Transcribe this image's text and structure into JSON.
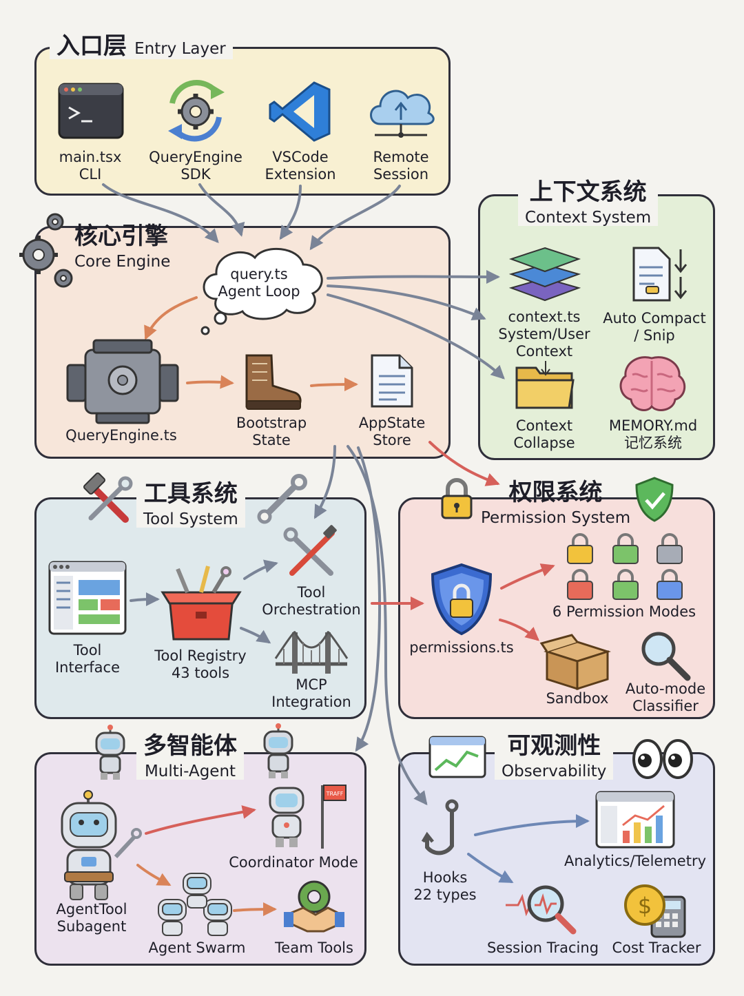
{
  "entry": {
    "title_zh": "入口层",
    "title_en": "Entry Layer",
    "items": [
      {
        "l1": "main.tsx",
        "l2": "CLI"
      },
      {
        "l1": "QueryEngine",
        "l2": "SDK"
      },
      {
        "l1": "VSCode",
        "l2": "Extension"
      },
      {
        "l1": "Remote",
        "l2": "Session"
      }
    ]
  },
  "core": {
    "title_zh": "核心引擎",
    "title_en": "Core Engine",
    "loop": {
      "l1": "query.ts",
      "l2": "Agent Loop"
    },
    "engine": "QueryEngine.ts",
    "bootstrap": {
      "l1": "Bootstrap",
      "l2": "State"
    },
    "appstate": {
      "l1": "AppState",
      "l2": "Store"
    }
  },
  "context": {
    "title_zh": "上下文系统",
    "title_en": "Context System",
    "ctx": {
      "l1": "context.ts",
      "l2": "System/User",
      "l3": "Context"
    },
    "compact": {
      "l1": "Auto Compact",
      "l2": "/ Snip"
    },
    "collapse": {
      "l1": "Context",
      "l2": "Collapse"
    },
    "memory": {
      "l1": "MEMORY.md",
      "l2": "记忆系统"
    }
  },
  "tools": {
    "title_zh": "工具系统",
    "title_en": "Tool System",
    "iface": {
      "l1": "Tool",
      "l2": "Interface"
    },
    "registry": {
      "l1": "Tool Registry",
      "l2": "43 tools"
    },
    "orch": {
      "l1": "Tool",
      "l2": "Orchestration"
    },
    "mcp": {
      "l1": "MCP",
      "l2": "Integration"
    }
  },
  "perm": {
    "title_zh": "权限系统",
    "title_en": "Permission System",
    "file": "permissions.ts",
    "modes": "6 Permission Modes",
    "sandbox": "Sandbox",
    "classifier": {
      "l1": "Auto-mode",
      "l2": "Classifier"
    }
  },
  "multi": {
    "title_zh": "多智能体",
    "title_en": "Multi-Agent",
    "coord": "Coordinator Mode",
    "flag": "TRAFF",
    "subagent": {
      "l1": "AgentTool",
      "l2": "Subagent"
    },
    "swarm": "Agent Swarm",
    "team": "Team Tools"
  },
  "obs": {
    "title_zh": "可观测性",
    "title_en": "Observability",
    "analytics": "Analytics/Telemetry",
    "hooks": {
      "l1": "Hooks",
      "l2": "22 types"
    },
    "tracing": "Session Tracing",
    "cost": "Cost Tracker"
  },
  "colors": {
    "entry": "#f8f0d2",
    "core": "#f7e6da",
    "context": "#e4efd8",
    "tools": "#dfe9ec",
    "perm": "#f7dfdc",
    "multi": "#ece2ee",
    "obs": "#e3e4f2",
    "arrow_gray": "#7a8497",
    "arrow_orange": "#d98358",
    "arrow_red": "#d6605a"
  }
}
